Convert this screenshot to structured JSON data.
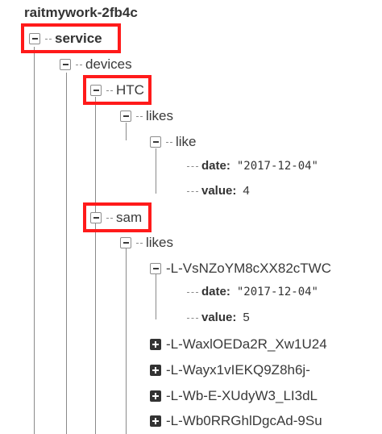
{
  "root": {
    "label": "raitmywork-2fb4c"
  },
  "service": {
    "label": "service"
  },
  "devices": {
    "label": "devices"
  },
  "htc": {
    "label": "HTC",
    "likes": {
      "label": "likes"
    },
    "like": {
      "label": "like",
      "date_key": "date:",
      "date_value": "\"2017-12-04\"",
      "value_key": "value:",
      "value_value": "4"
    }
  },
  "sam": {
    "label": "sam",
    "likes": {
      "label": "likes"
    },
    "entry": {
      "label": "-L-VsNZoYM8cXX82cTWC",
      "date_key": "date:",
      "date_value": "\"2017-12-04\"",
      "value_key": "value:",
      "value_value": "5"
    },
    "collapsed": [
      {
        "label": "-L-WaxlOEDa2R_Xw1U24"
      },
      {
        "label": "-L-Wayx1vIEKQ9Z8h6j-"
      },
      {
        "label": "-L-Wb-E-XUdyW3_LI3dL"
      },
      {
        "label": "-L-Wb0RRGhlDgcAd-9Su"
      }
    ]
  },
  "colors": {
    "highlight": "#ff1a1a",
    "tree_line": "#8a8a8a",
    "text": "#333333"
  }
}
